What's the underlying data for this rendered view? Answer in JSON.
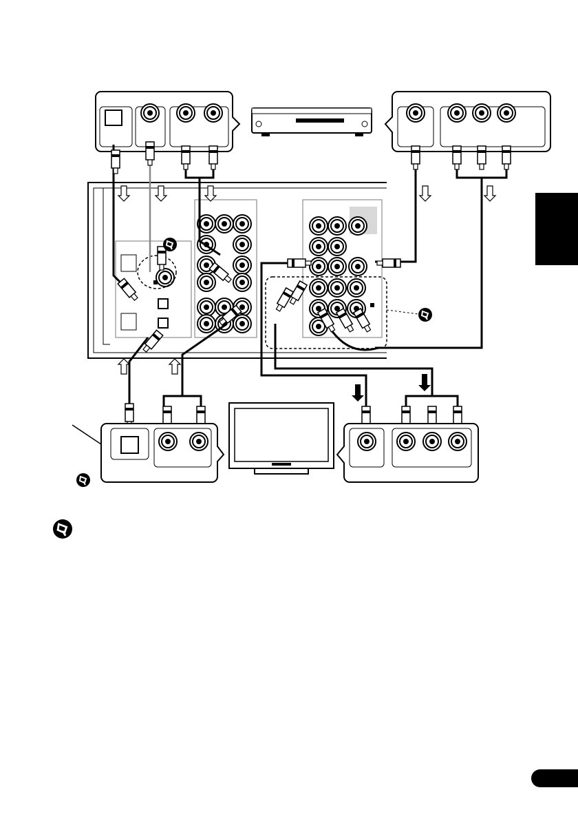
{
  "colors": {
    "ink": "#000000",
    "panel_gray": "#d8d8d8",
    "paper": "#ffffff"
  },
  "icons": [
    "note-pin-icon",
    "dvd-player-illustration",
    "tv-illustration",
    "receiver-rear-panel-illustration"
  ]
}
